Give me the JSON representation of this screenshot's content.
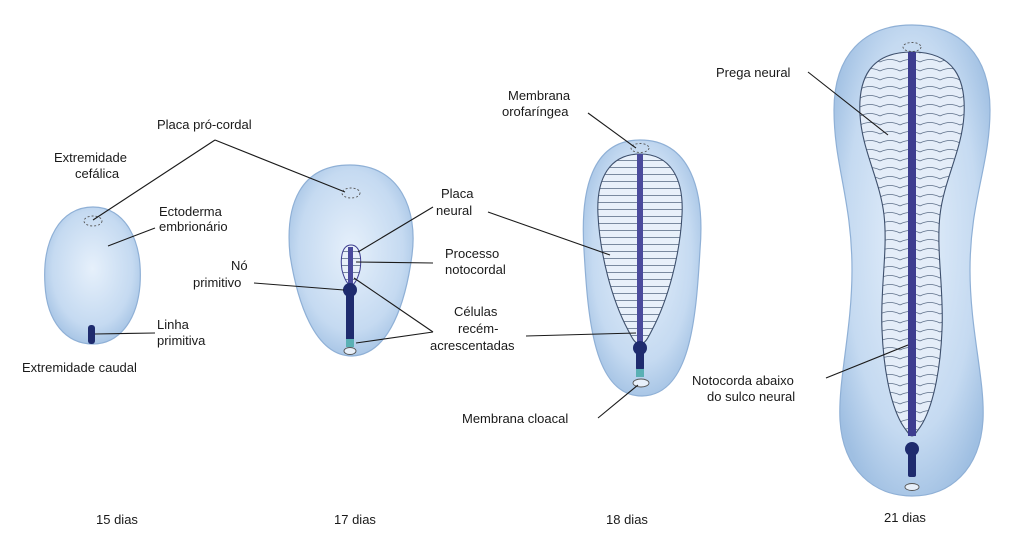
{
  "labels": {
    "extremidade_cefalica_1": "Extremidade",
    "extremidade_cefalica_2": "cefálica",
    "placa_pro_cordal": "Placa pró-cordal",
    "ectoderma_1": "Ectoderma",
    "ectoderma_2": "embrionário",
    "linha_primitiva_1": "Linha",
    "linha_primitiva_2": "primitiva",
    "extremidade_caudal": "Extremidade caudal",
    "no_primitivo_1": "Nó",
    "no_primitivo_2": "primitivo",
    "placa_neural_1": "Placa",
    "placa_neural_2": "neural",
    "processo_notocordal_1": "Processo",
    "processo_notocordal_2": "notocordal",
    "celulas_1": "Células",
    "celulas_2": "recém-",
    "celulas_3": "acrescentadas",
    "membrana_orofaringea_1": "Membrana",
    "membrana_orofaringea_2": "orofaríngea",
    "membrana_cloacal": "Membrana cloacal",
    "prega_neural": "Prega neural",
    "notocorda_1": "Notocorda abaixo",
    "notocorda_2": "do sulco neural"
  },
  "stages": [
    "15 dias",
    "17 dias",
    "18 dias",
    "21 dias"
  ],
  "colors": {
    "embryo_fill": "#c7dcf2",
    "embryo_edge": "#9cb8d8",
    "notochord": "#3d3d8f",
    "node": "#1e2b6e",
    "plate_fill": "#dfeaf7",
    "membrane": "#6b6b6b"
  }
}
